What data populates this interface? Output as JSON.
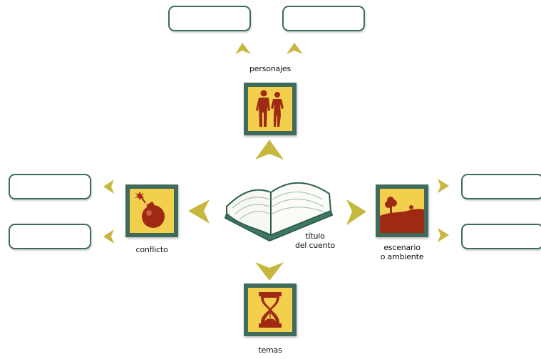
{
  "labels": {
    "personajes": "personajes",
    "conflicto": "conflicto",
    "titulo_line1": "título",
    "titulo_line2": "del cuento",
    "escenario_line1": "escenario",
    "escenario_line2": "o ambiente",
    "temas": "temas"
  },
  "boxes": {
    "top_left": "",
    "top_right": "",
    "left_top": "",
    "left_bottom": "",
    "right_top": "",
    "right_bottom": ""
  },
  "icons": {
    "personajes": "people-icon",
    "conflicto": "bomb-icon",
    "escenario": "landscape-icon",
    "temas": "hourglass-icon",
    "center": "open-book-icon"
  },
  "colors": {
    "frame": "#3e6b5a",
    "tile_fill": "#f3cf4e",
    "icon": "#9e2a14",
    "arrow": "#c6b83e"
  }
}
